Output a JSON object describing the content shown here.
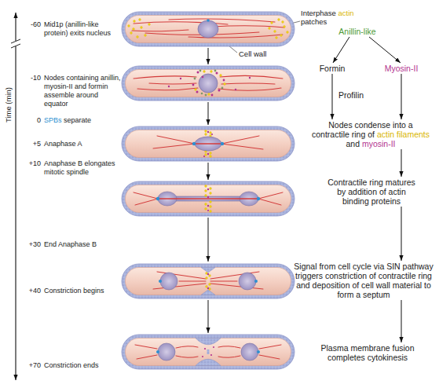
{
  "diagram": {
    "nodes": [
      {
        "text": [
          "Anillin-like"
        ]
      },
      {
        "text": [
          "Formin"
        ]
      },
      {
        "text": [
          "Myosin-II"
        ]
      },
      {
        "text": [
          "Nodes condense into a contractile ring of actin filaments and myosin-II"
        ]
      },
      {
        "text": [
          "Contractile ring matures by addition of actin binding proteins"
        ]
      },
      {
        "text": [
          "Signal from cell cycle via SIN pathway triggers constriction of contractile ring and deposition of cell wall material to form a septum"
        ]
      },
      {
        "text": [
          "Plasma membrane fusion completes cytokinesis"
        ]
      }
    ],
    "edges": [
      {
        "from": 0,
        "to": 1,
        "arrow": "to"
      },
      {
        "from": 0,
        "to": 2,
        "arrow": "to"
      },
      {
        "from": 1,
        "to": 3,
        "label": "Profilin",
        "arrow": "to"
      },
      {
        "from": 2,
        "to": 3,
        "arrow": "to"
      },
      {
        "from": 3,
        "to": 4,
        "arrow": "to"
      },
      {
        "from": 4,
        "to": 5,
        "arrow": "to"
      },
      {
        "from": 5,
        "to": 6,
        "arrow": "to"
      }
    ],
    "labels": [
      "Interphase actin patches",
      "Cell wall",
      "Time (min)",
      "-60",
      "Mid1p (anillin-like protein) exits nucleus",
      "-10",
      "Nodes containing anillin, myosin-II and formin assemble around equator",
      "0",
      "SPBs separate",
      "+5",
      "Anaphase A",
      "+10",
      "Anaphase B elongates mitotic spindle",
      "+30",
      "End Anaphase B",
      "+40",
      "Constriction begins",
      "+70",
      "Constriction ends"
    ]
  }
}
